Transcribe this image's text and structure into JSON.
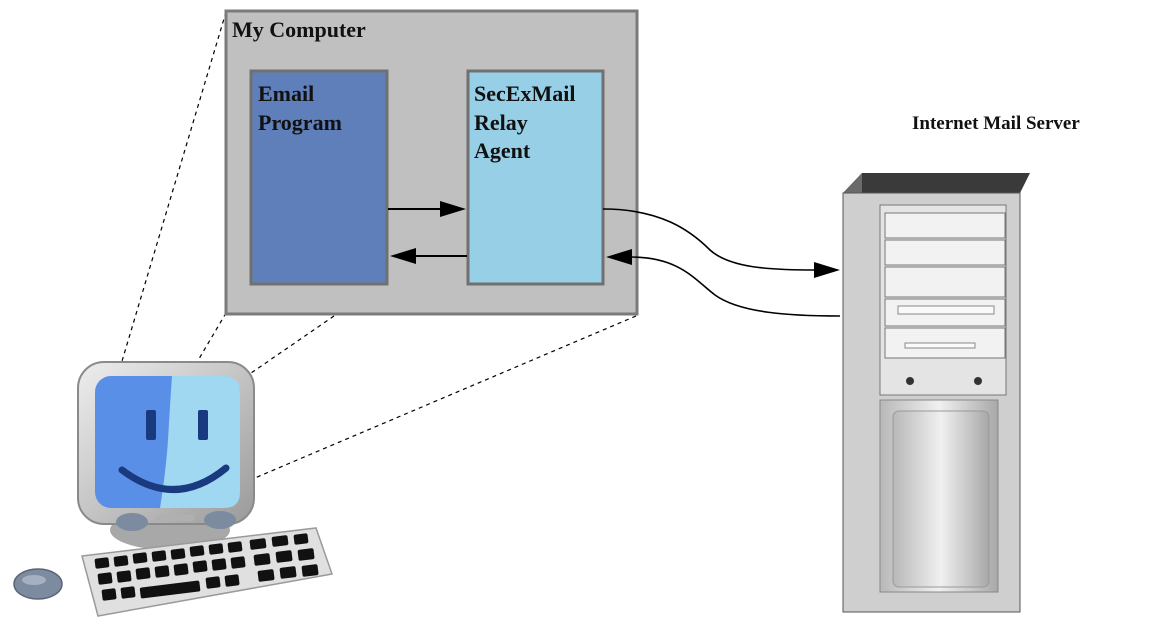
{
  "diagram": {
    "computer_box": {
      "title": "My Computer",
      "fill": "#c0c0c0",
      "border": "#7a7a7a"
    },
    "email_program": {
      "label": "Email\nProgram",
      "fill": "#5f7fba"
    },
    "relay_agent": {
      "label": "SecExMail\nRelay\nAgent",
      "fill": "#96cfe6"
    },
    "server": {
      "label": "Internet Mail Server"
    },
    "colors": {
      "outline": "#707070",
      "arrow": "#000000",
      "screen_left": "#5a8fe8",
      "screen_right": "#9fd8f0",
      "monitor_body": "#c8c8c8",
      "tower_body": "#d8d8d8",
      "keys": "#111111"
    },
    "icons": [
      "computer-icon",
      "keyboard-icon",
      "mouse-icon",
      "server-tower-icon"
    ]
  }
}
